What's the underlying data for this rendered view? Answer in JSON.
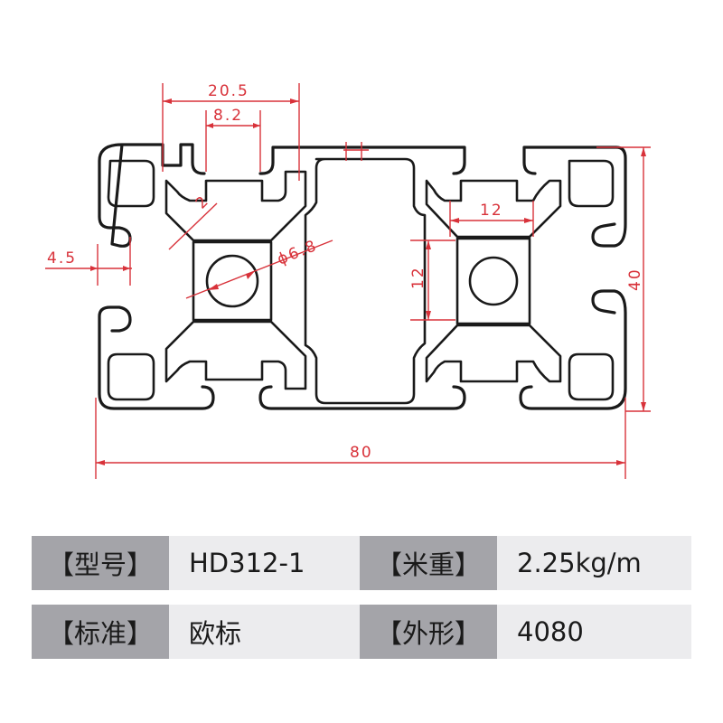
{
  "dimensions": {
    "slot_outer": "20.5",
    "slot_opening": "8.2",
    "wall": "2",
    "core_hole": "ϕ6.8",
    "lip": "4.5",
    "core_width": "12",
    "core_height": "12",
    "overall_height": "40",
    "overall_width": "80"
  },
  "specs": {
    "model_label": "【型号】",
    "model_value": "HD312-1",
    "weight_label": "【米重】",
    "weight_value": "2.25kg/m",
    "standard_label": "【标准】",
    "standard_value": "欧标",
    "shape_label": "【外形】",
    "shape_value": "4080"
  },
  "colors": {
    "dimension_red": "#d8323a",
    "label_cell_bg": "#a4a4a9",
    "value_cell_bg": "#ececee"
  }
}
